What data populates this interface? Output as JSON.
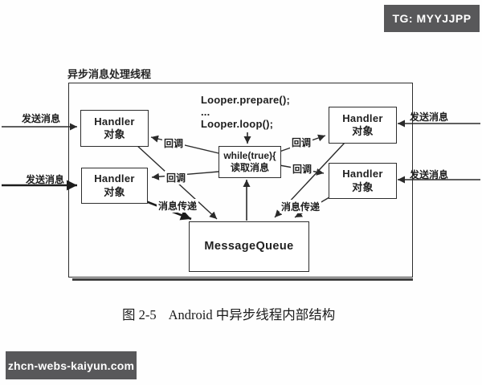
{
  "badges": {
    "top_right": "TG: MYYJJPP",
    "bottom_left": "zhcn-webs-kaiyun.com"
  },
  "diagram": {
    "thread_label": "异步消息处理线程",
    "handlers": [
      {
        "line1": "Handler",
        "line2": "对象"
      },
      {
        "line1": "Handler",
        "line2": "对象"
      },
      {
        "line1": "Handler",
        "line2": "对象"
      },
      {
        "line1": "Handler",
        "line2": "对象"
      }
    ],
    "looper": {
      "line1": "Looper.prepare();",
      "line2": "...",
      "line3": "Looper.loop();"
    },
    "while_box": {
      "line1": "while(true){",
      "line2": "读取消息"
    },
    "message_queue": "MessageQueue",
    "callback_labels": [
      "回调",
      "回调",
      "回调",
      "回调"
    ],
    "message_pass_labels": [
      "消息传递",
      "消息传递"
    ],
    "send_labels": [
      "发送消息",
      "发送消息",
      "发送消息",
      "发送消息"
    ]
  },
  "caption": {
    "figure_no": "图 2-5",
    "text": "Android 中异步线程内部结构"
  },
  "colors": {
    "badge_bg": "#58585a",
    "line": "#2a2a2a",
    "background": "#fefefe"
  }
}
